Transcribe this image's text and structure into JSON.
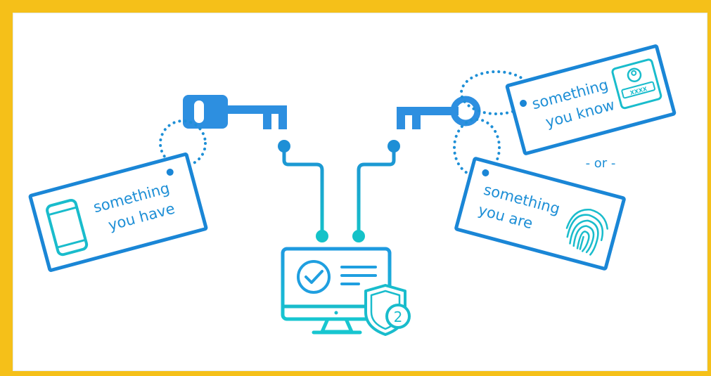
{
  "tags": {
    "have": {
      "line1": "something",
      "line2": "you have",
      "icon": "smartphone-icon"
    },
    "know": {
      "line1": "something",
      "line2": "you know",
      "icon": "id-card-icon",
      "card_text": "XXXX"
    },
    "are": {
      "line1": "something",
      "line2": "you are",
      "icon": "fingerprint-icon"
    }
  },
  "separator": "- or -",
  "monitor": {
    "badge_number": "2",
    "icons": [
      "checkmark-icon",
      "shield-icon"
    ]
  },
  "colors": {
    "blue": "#1e8fd6",
    "teal": "#14c2c8",
    "frame": "#f5c019"
  }
}
